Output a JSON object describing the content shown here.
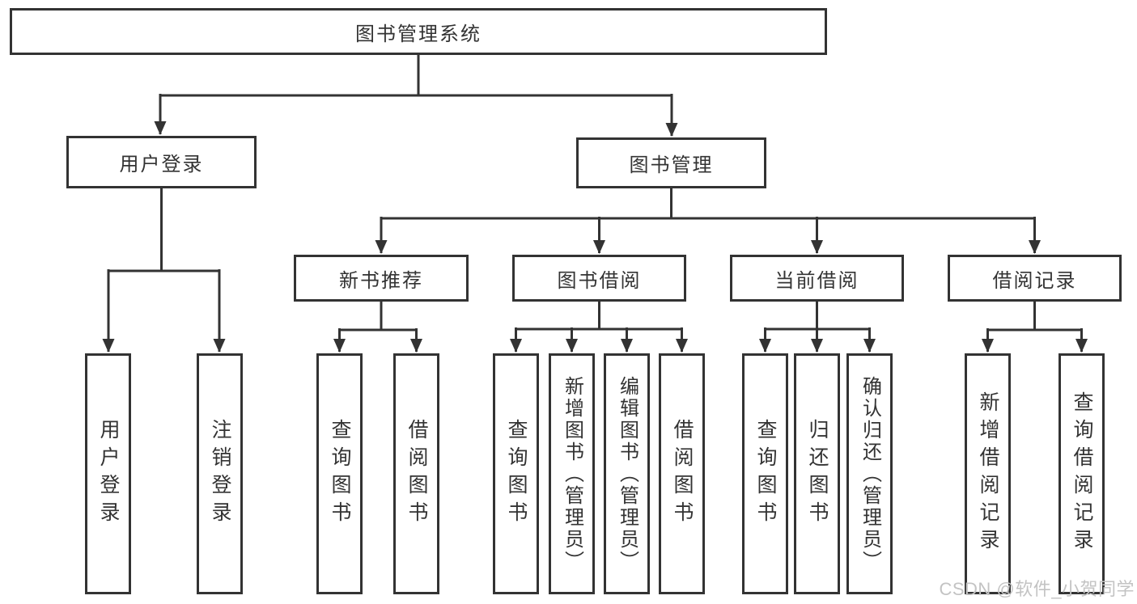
{
  "diagram": {
    "root": {
      "label": "图书管理系统",
      "children": [
        {
          "label": "用户登录",
          "children": [
            {
              "label": "用户登录"
            },
            {
              "label": "注销登录"
            }
          ]
        },
        {
          "label": "图书管理",
          "children": [
            {
              "label": "新书推荐",
              "children": [
                {
                  "label": "查询图书"
                },
                {
                  "label": "借阅图书"
                }
              ]
            },
            {
              "label": "图书借阅",
              "children": [
                {
                  "label": "查询图书"
                },
                {
                  "label": "新增图书（管理员）"
                },
                {
                  "label": "编辑图书（管理员）"
                },
                {
                  "label": "借阅图书"
                }
              ]
            },
            {
              "label": "当前借阅",
              "children": [
                {
                  "label": "查询图书"
                },
                {
                  "label": "归还图书"
                },
                {
                  "label": "确认归还（管理员）"
                }
              ]
            },
            {
              "label": "借阅记录",
              "children": [
                {
                  "label": "新增借阅记录"
                },
                {
                  "label": "查询借阅记录"
                }
              ]
            }
          ]
        }
      ]
    }
  },
  "watermark": {
    "text": "CSDN @软件_小贺同学"
  },
  "colors": {
    "line": "#333333",
    "box_border": "#333333",
    "box_background": "#ffffff",
    "text": "#333333",
    "watermark": "#c3c3c3"
  }
}
